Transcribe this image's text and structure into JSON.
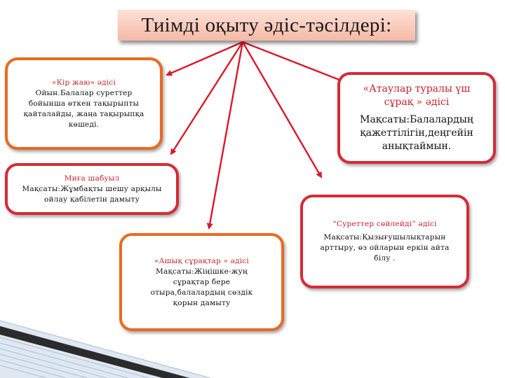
{
  "title": "Тиімді оқыту әдіс-тәсілдері:",
  "boxes": {
    "kir_zhau": {
      "heading": "«Кір жаю» әдісі",
      "text": "Ойын.Балалар суреттер бойынша өткен тақырыпты қайталайды, жаңа тақырыпқа көшеді."
    },
    "miga_shabuyl": {
      "heading": "Миға шабуыл",
      "text": "Мақсаты:Жұмбақты шешу арқылы ойлау қабілетін дамыту"
    },
    "ashyk_suraktar": {
      "heading": "«Ашық сұрақтар » әдісі",
      "text": "Мақсаты:Жіңішке-жуң сұрақтар бере отыра,балалардың сөздік қорын дамыту"
    },
    "suretter_soileidi": {
      "heading": "“Суреттер сөйлейді” әдісі",
      "text": "Мақсаты:Қызығушылықтарын арттыру, өз ойларын еркін айта білу ."
    },
    "ataular": {
      "heading": "«Атаулар туралы үш сұрақ » әдісі",
      "text": "Мақсаты:Балалардың қажеттілігін,деңгейін анықтаймын."
    }
  },
  "colors": {
    "arrow": "#d8192a",
    "orange_border": "#ea6a21",
    "red_border": "#d42b37",
    "heading_text": "#c0242c",
    "title_bg": "#f7c2b2"
  }
}
